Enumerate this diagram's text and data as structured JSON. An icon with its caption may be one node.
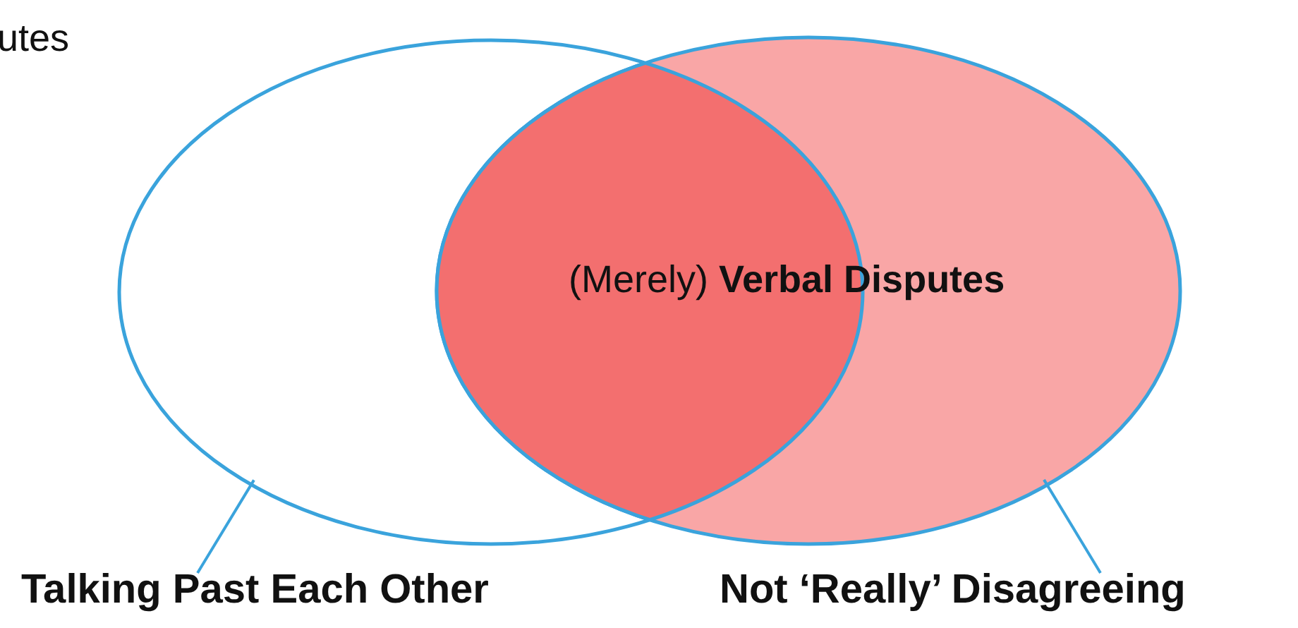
{
  "diagram": {
    "nodes": [
      {
        "text": [],
        "shape": "ellipse"
      },
      {
        "text": [],
        "shape": "ellipse"
      },
      {
        "text": [
          "Talking Past Each Other"
        ]
      },
      {
        "text": [
          "Not ‘Really’ Disagreeing"
        ]
      }
    ],
    "edges": [
      {
        "from": 2,
        "to": 0,
        "arrow": "none"
      },
      {
        "from": 3,
        "to": 1,
        "arrow": "none"
      }
    ],
    "labels": [
      "utes",
      "(Merely) **Verbal Disputes**"
    ]
  }
}
